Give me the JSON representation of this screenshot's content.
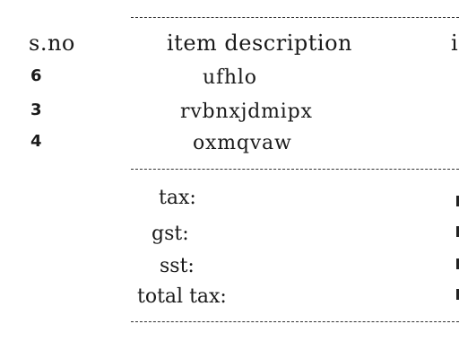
{
  "header": {
    "sno": "s.no",
    "description": "item description",
    "clipped": "i"
  },
  "items": [
    {
      "sno": "6",
      "description": "ufhlo"
    },
    {
      "sno": "3",
      "description": "rvbnxjdmipx"
    },
    {
      "sno": "4",
      "description": "oxmqvaw"
    }
  ],
  "summary": {
    "tax": "tax:",
    "gst": "gst:",
    "sst": "sst:",
    "total_tax": "total tax:"
  }
}
